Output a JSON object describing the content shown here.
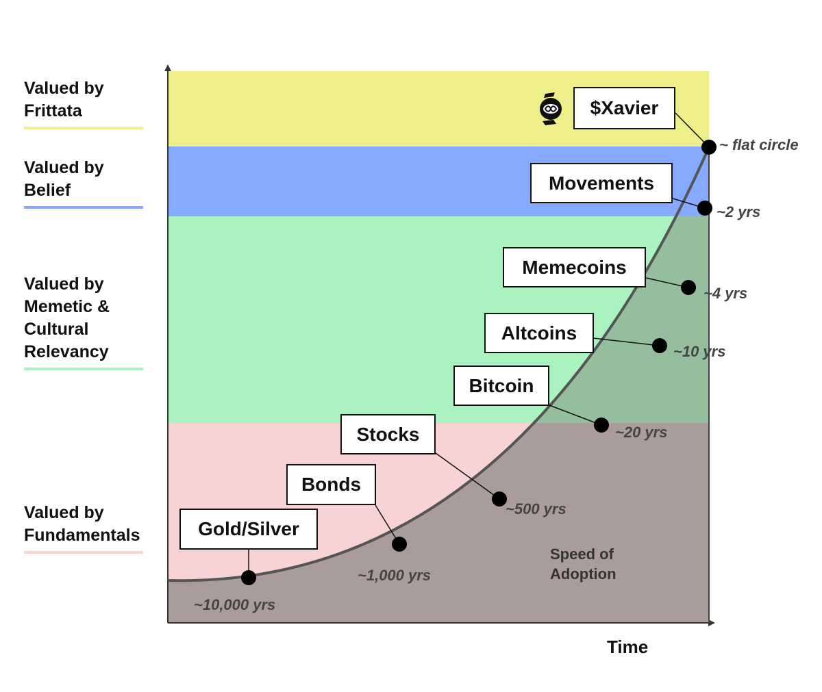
{
  "tiers": {
    "frittata": {
      "line1": "Valued by",
      "line2": "Frittata",
      "color": "#eeef8b",
      "rule_color": "#eeef8b"
    },
    "belief": {
      "line1": "Valued by",
      "line2": "Belief",
      "color": "#85aaff",
      "rule_color": "#85aaff"
    },
    "memetic": {
      "line1": "Valued by",
      "line2": "Memetic &",
      "line3": "Cultural",
      "line4": "Relevancy",
      "color": "#aaf2bf",
      "rule_color": "#aaf2bf"
    },
    "fundamentals": {
      "line1": "Valued by",
      "line2": "Fundamentals",
      "color": "#f7d4d3",
      "rule_color": "#f7d4d3"
    }
  },
  "assets": {
    "xavier": {
      "name": "$Xavier",
      "timeframe": "~ flat circle"
    },
    "movements": {
      "name": "Movements",
      "timeframe": "~2 yrs"
    },
    "memecoins": {
      "name": "Memecoins",
      "timeframe": "~4 yrs"
    },
    "altcoins": {
      "name": "Altcoins",
      "timeframe": "~10 yrs"
    },
    "bitcoin": {
      "name": "Bitcoin",
      "timeframe": "~20 yrs"
    },
    "stocks": {
      "name": "Stocks",
      "timeframe": "~500 yrs"
    },
    "bonds": {
      "name": "Bonds",
      "timeframe": "~1,000 yrs"
    },
    "gold_silver": {
      "name": "Gold/Silver",
      "timeframe": "~10,000 yrs"
    }
  },
  "axis": {
    "x_label": "Time"
  },
  "curve": {
    "label_line1": "Speed of",
    "label_line2": "Adoption",
    "color": "#555555"
  },
  "icons": {
    "logo": "xavier-logo-icon"
  }
}
